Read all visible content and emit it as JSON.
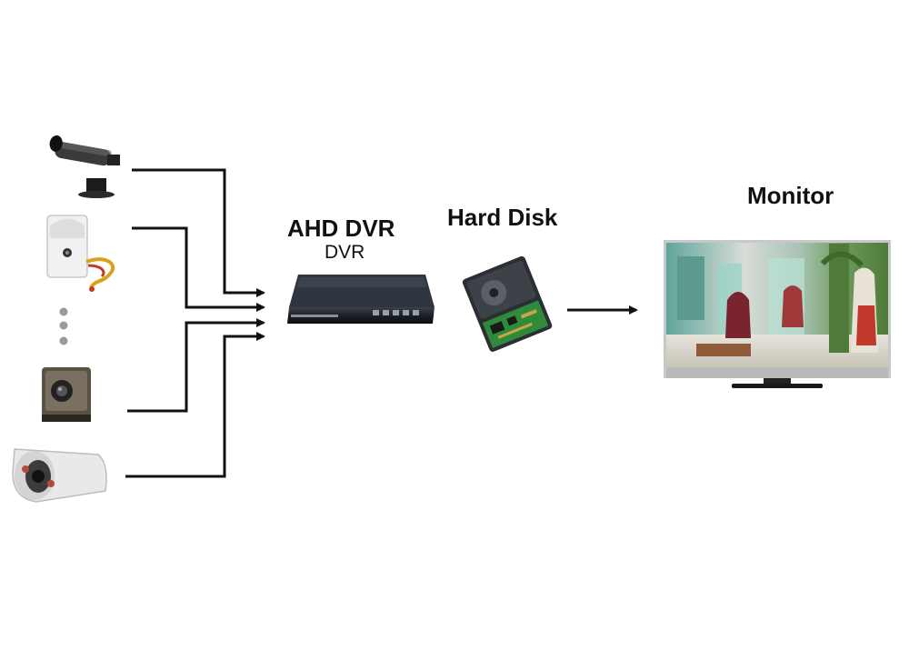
{
  "labels": {
    "dvr_title": "AHD DVR",
    "dvr_subtitle": "DVR",
    "hard_disk": "Hard Disk",
    "monitor": "Monitor"
  },
  "icons": {
    "cameras": [
      "bullet-camera-icon",
      "pir-camera-icon",
      "mini-cube-camera-icon",
      "ir-bullet-camera-icon"
    ],
    "ellipsis": "vertical-ellipsis-icon",
    "dvr": "dvr-recorder-icon",
    "disk": "hard-disk-icon",
    "monitor": "monitor-icon"
  },
  "colors": {
    "line": "#111111",
    "dvr_body": "#1b1f26",
    "disk_board": "#2e8b3a"
  }
}
